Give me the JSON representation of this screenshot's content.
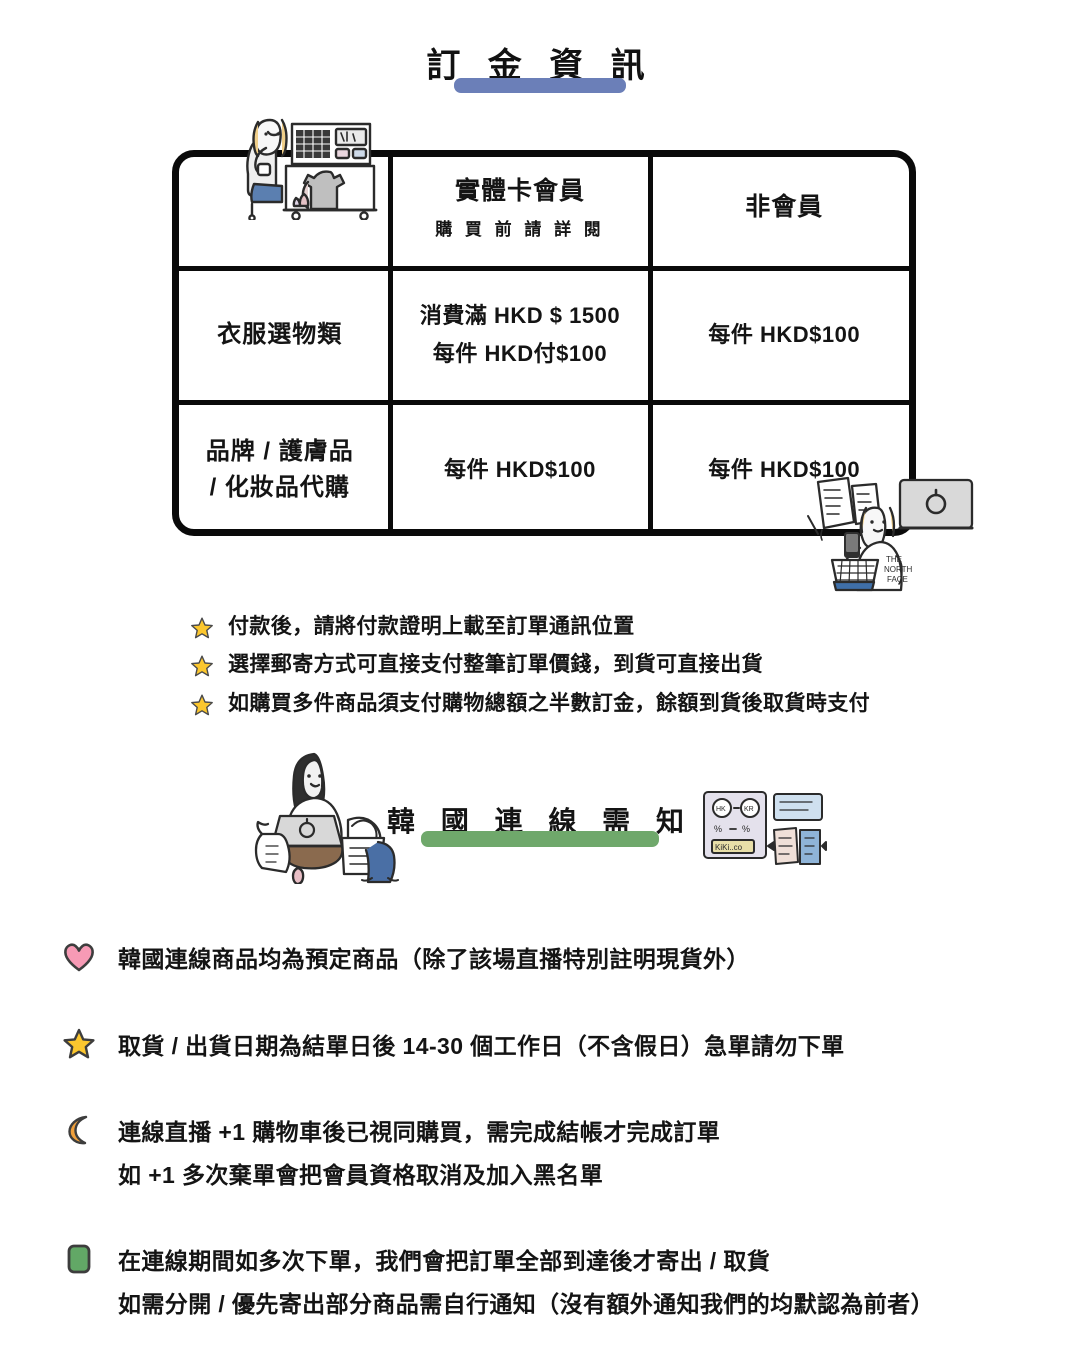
{
  "title": {
    "text": "訂 金 資 訊",
    "highlight_color": "#6b7fb8"
  },
  "table": {
    "columns": [
      "",
      "實體卡會員",
      "非會員"
    ],
    "header": {
      "col1_icon": "shopping-illustration",
      "col2_main": "實體卡會員",
      "col2_sub": "購 買 前 請 詳 閱",
      "col3_main": "非會員"
    },
    "rows": [
      {
        "category": "衣服選物類",
        "member_line1": "消費滿 HKD $ 1500",
        "member_line2": "每件 HKD付$100",
        "nonmember": "每件 HKD$100"
      },
      {
        "category_line1": "品牌 / 護膚品",
        "category_line2": "/ 化妝品代購",
        "member": "每件 HKD$100",
        "nonmember": "每件 HKD$100"
      }
    ]
  },
  "star_notes": [
    {
      "icon": "star-icon",
      "text": "付款後，請將付款證明上載至訂單通訊位置"
    },
    {
      "icon": "star-icon",
      "text": "選擇郵寄方式可直接支付整筆訂單價錢，到貨可直接出貨"
    },
    {
      "icon": "star-icon",
      "text": "如購買多件商品須支付購物總額之半數訂金，餘額到貨後取貨時支付"
    }
  ],
  "section": {
    "text": "韓 國 連 線 需 知",
    "highlight_color": "#6fa86b"
  },
  "notes": [
    {
      "icon": "heart-icon",
      "icon_color": "#f79ab5",
      "lines": [
        "韓國連線商品均為預定商品（除了該場直播特別註明現貨外）"
      ]
    },
    {
      "icon": "star-icon",
      "icon_color": "#fcc72e",
      "lines": [
        "取貨 / 出貨日期為結單日後 14-30 個工作日（不含假日）急單請勿下單"
      ]
    },
    {
      "icon": "crescent-moon-icon",
      "icon_color": "#f0a03c",
      "lines": [
        "連線直播 +1 購物車後已視同購買，需完成結帳才完成訂單",
        "如 +1 多次棄單會把會員資格取消及加入黑名單"
      ]
    },
    {
      "icon": "green-book-icon",
      "icon_color": "#62a866",
      "lines": [
        "在連線期間如多次下單，我們會把訂單全部到達後才寄出 / 取貨",
        "如需分開 / 優先寄出部分商品需自行通知（沒有額外通知我們的均默認為前者）"
      ]
    }
  ]
}
